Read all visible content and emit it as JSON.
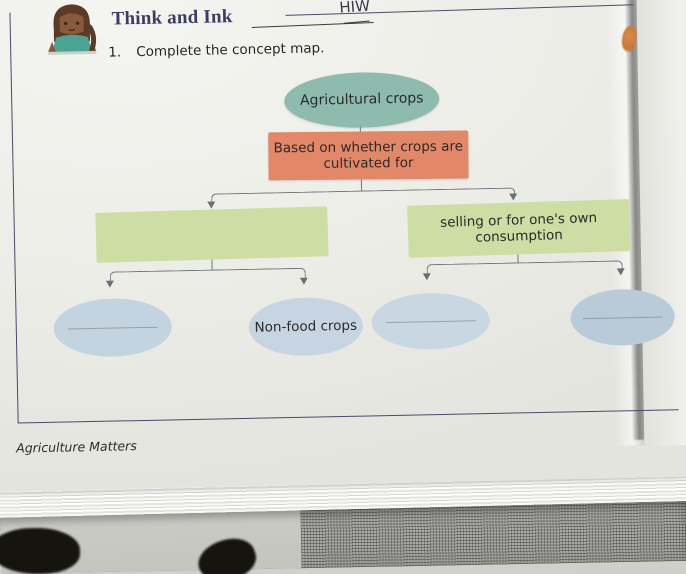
{
  "page": {
    "heading": "Think and Ink",
    "handwritten_answer": "HIW",
    "question_number": "1.",
    "question_text": "Complete the concept map.",
    "footer": "Agriculture Matters"
  },
  "colors": {
    "heading": "#3b3b63",
    "frame": "#4a4a6e",
    "root_node": "#8ebbae",
    "criteria_node": "#e28868",
    "green_node": "#cddda3",
    "blue_node": "#c3d3df",
    "connector": "#70757a",
    "page": "#ededE8"
  },
  "concept_map": {
    "root": {
      "label": "Agricultural crops",
      "shape": "ellipse",
      "color": "#8ebbae"
    },
    "criteria": {
      "label": "Based on whether crops are cultivated for",
      "shape": "rectangle",
      "color": "#e28868"
    },
    "branches": [
      {
        "label": "",
        "shape": "rectangle",
        "color": "#cddda3",
        "filled": false
      },
      {
        "label": "selling or for one's own consumption",
        "shape": "rectangle",
        "color": "#cddda3",
        "filled": true
      }
    ],
    "leaves": [
      {
        "label": "",
        "shape": "ellipse",
        "color": "#c3d3df",
        "filled": false
      },
      {
        "label": "Non-food crops",
        "shape": "ellipse",
        "color": "#c6d5e1",
        "filled": true
      },
      {
        "label": "",
        "shape": "ellipse",
        "color": "#c8d7e2",
        "filled": false
      },
      {
        "label": "",
        "shape": "ellipse",
        "color": "#b9cbd9",
        "filled": false
      }
    ]
  },
  "icons": {
    "avatar": "student-girl-avatar"
  }
}
